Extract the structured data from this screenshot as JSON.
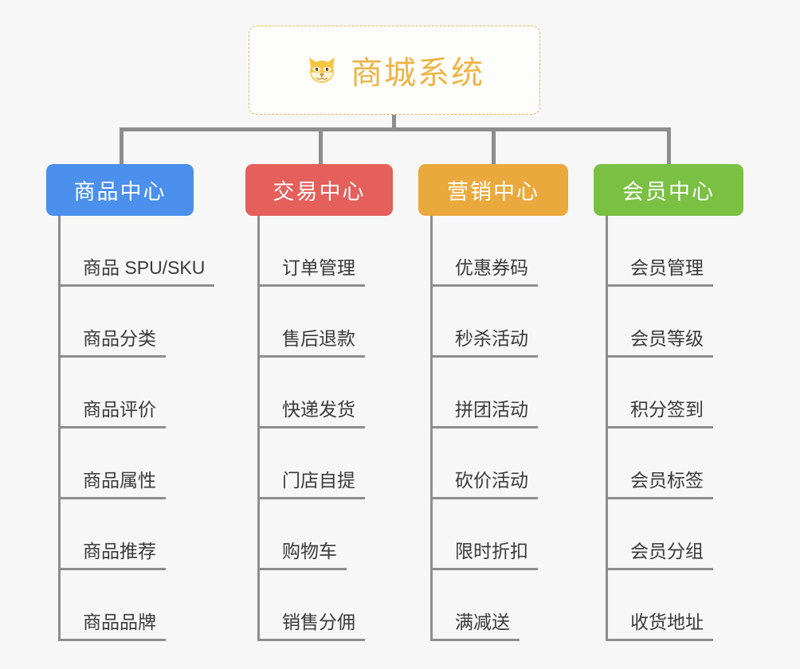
{
  "diagram": {
    "type": "mindmap",
    "background_color": "#f7f7f7",
    "root": {
      "title": "商城系统",
      "icon": "dog-face-emoji",
      "emoji": "🐶",
      "text_color": "#edb445",
      "border_style": "dashed",
      "border_color": "#e8b355"
    },
    "branches": [
      {
        "label": "商品中心",
        "color": "#4a90ec",
        "items": [
          "商品 SPU/SKU",
          "商品分类",
          "商品评价",
          "商品属性",
          "商品推荐",
          "商品品牌"
        ]
      },
      {
        "label": "交易中心",
        "color": "#e55f5b",
        "items": [
          "订单管理",
          "售后退款",
          "快递发货",
          "门店自提",
          "购物车",
          "销售分佣"
        ]
      },
      {
        "label": "营销中心",
        "color": "#eaa93c",
        "items": [
          "优惠券码",
          "秒杀活动",
          "拼团活动",
          "砍价活动",
          "限时折扣",
          "满减送"
        ]
      },
      {
        "label": "会员中心",
        "color": "#7ac043",
        "items": [
          "会员管理",
          "会员等级",
          "积分签到",
          "会员标签",
          "会员分组",
          "收货地址"
        ]
      }
    ]
  }
}
